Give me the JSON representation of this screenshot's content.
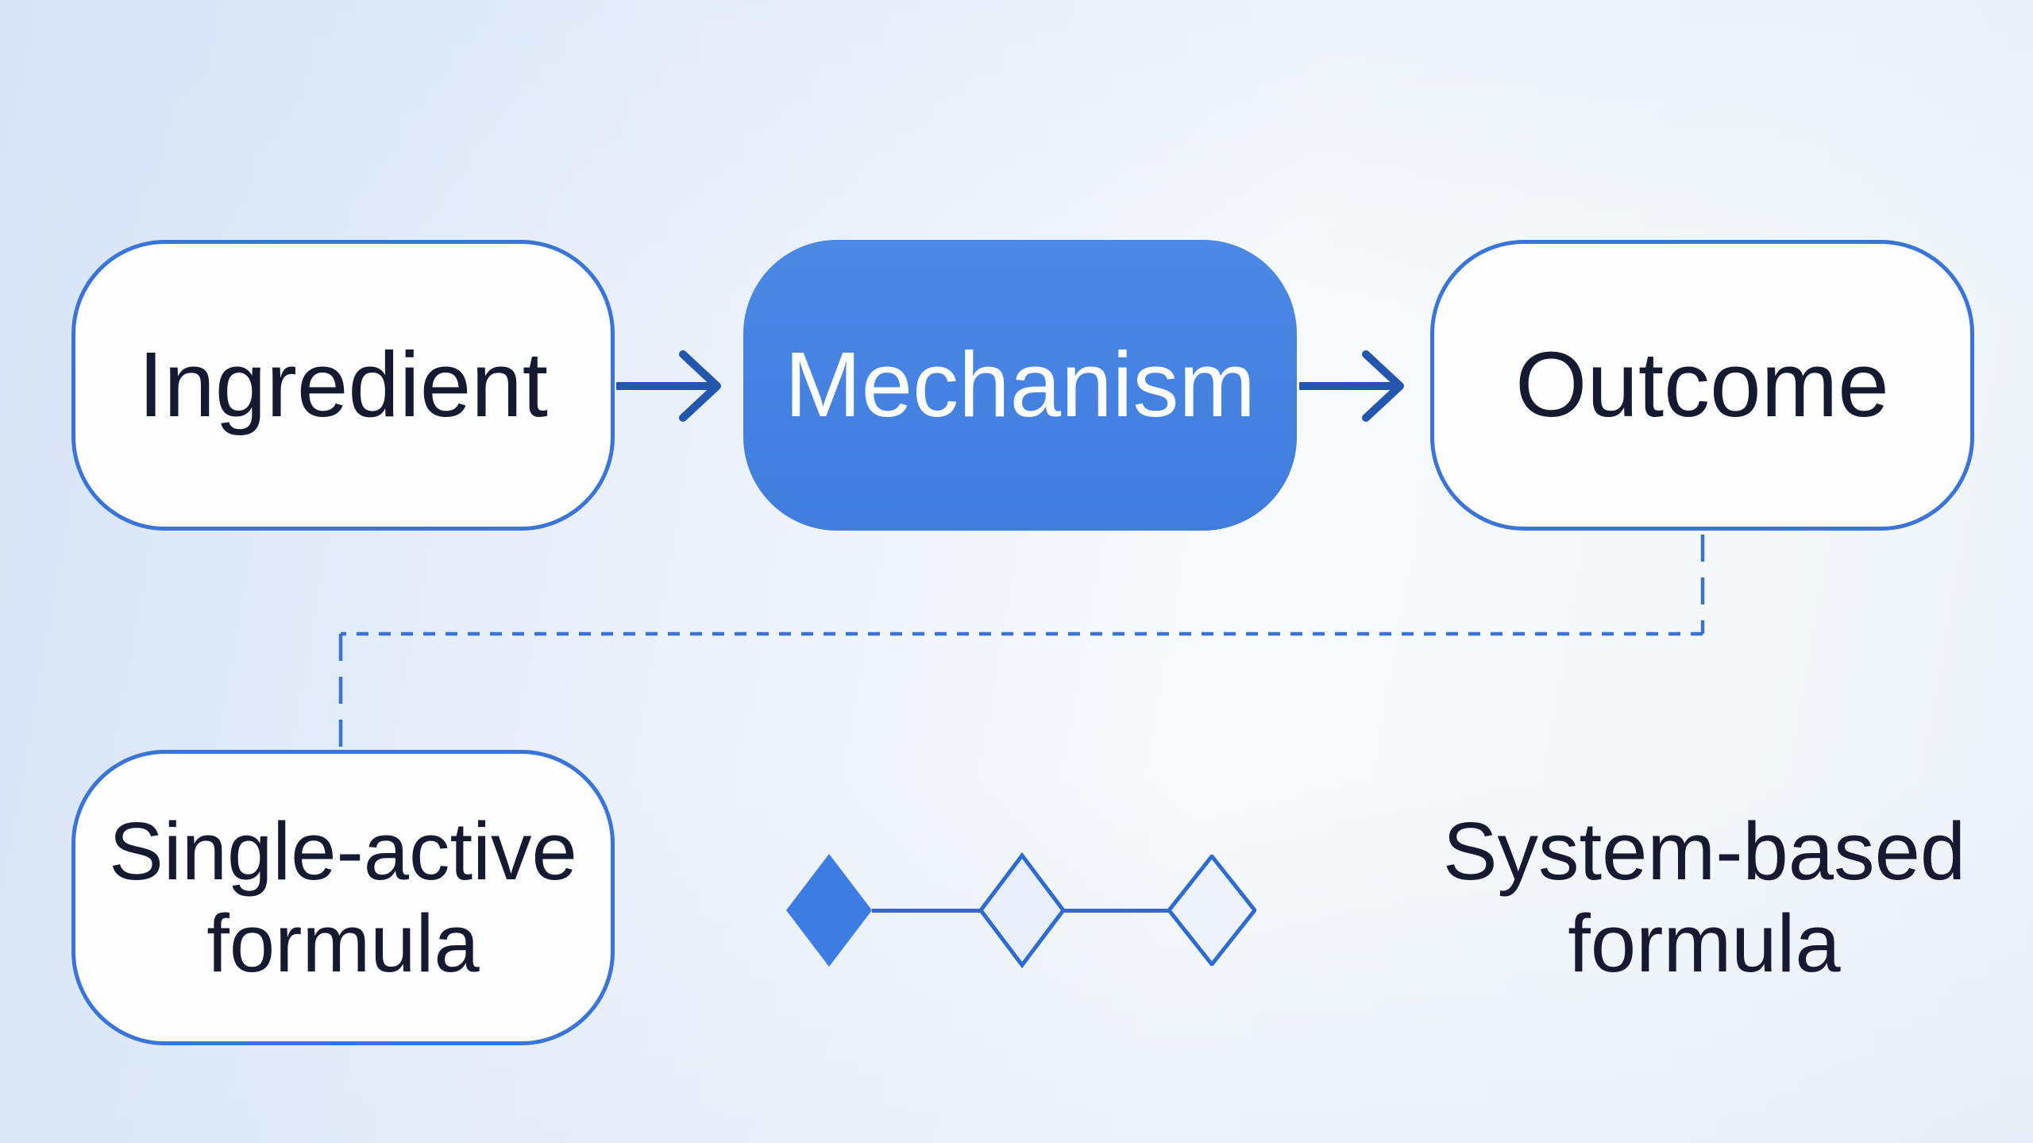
{
  "meta": {
    "description": "Flow diagram slide: Ingredient to Mechanism to Outcome, contrasting single-active formula with system-based formula"
  },
  "colors": {
    "bg-a": "#d6e4f6",
    "bg-b": "#e8effa",
    "bg-c": "#f8fafc",
    "bg-d": "#f4f8fa",
    "bg-e": "#ecf2f9",
    "node-border": "#3a74d9",
    "node-fill": "#fdfdfd",
    "node-text": "#151a31",
    "accent-fill": "#4282e5",
    "accent-text": "#fbfdfe",
    "arrow": "#2356ac",
    "dashed": "#3c72d6",
    "diamond-filled": "#3d7ce3",
    "diamond-stroke": "#2d6bd2",
    "diamond-light": "#e8effa",
    "diamond-light-2": "#eef3fb",
    "link": "#3568cf"
  },
  "nodes": {
    "ingredient": {
      "label": "Ingredient"
    },
    "mechanism": {
      "label": "Mechanism"
    },
    "outcome": {
      "label": "Outcome"
    }
  },
  "bottom": {
    "single": {
      "line1": "Single-active",
      "line2": "formula"
    },
    "system": {
      "line1": "System-based",
      "line2": "formula"
    }
  }
}
